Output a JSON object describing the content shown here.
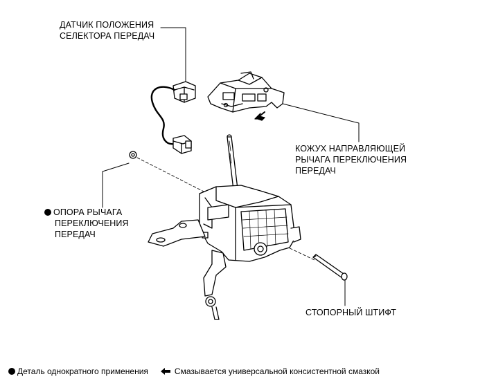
{
  "labels": {
    "sensor": [
      "ДАТЧИК ПОЛОЖЕНИЯ",
      "СЕЛЕКТОРА ПЕРЕДАЧ"
    ],
    "housing": [
      "КОЖУХ НАПРАВЛЯЮЩЕЙ",
      "РЫЧАГА ПЕРЕКЛЮЧЕНИЯ",
      "ПЕРЕДАЧ"
    ],
    "support": [
      "ОПОРА РЫЧАГА",
      "ПЕРЕКЛЮЧЕНИЯ",
      "ПЕРЕДАЧ"
    ],
    "pin": "СТОПОРНЫЙ ШТИФТ"
  },
  "legend": {
    "single_use": "Деталь однократного применения",
    "grease": "Смазывается универсальной консистентной смазкой"
  }
}
